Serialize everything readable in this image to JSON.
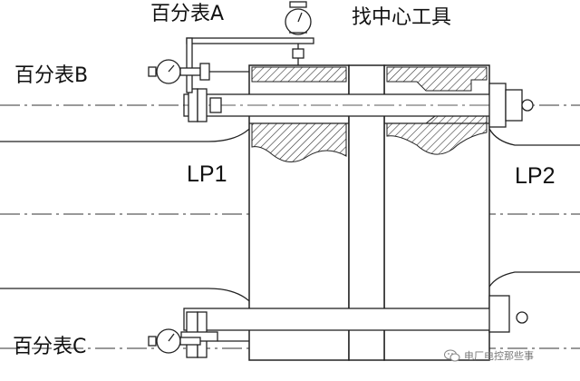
{
  "labels": {
    "gauge_a": "百分表A",
    "centering_tool": "找中心工具",
    "gauge_b": "百分表B",
    "gauge_c": "百分表C",
    "lp1": "LP1",
    "lp2": "LP2"
  },
  "watermark": {
    "text": "电厂电控那些事",
    "icon": "wechat-icon"
  },
  "colors": {
    "line": "#222222",
    "hatch": "#333333",
    "background": "#ffffff",
    "watermark": "#777777"
  }
}
